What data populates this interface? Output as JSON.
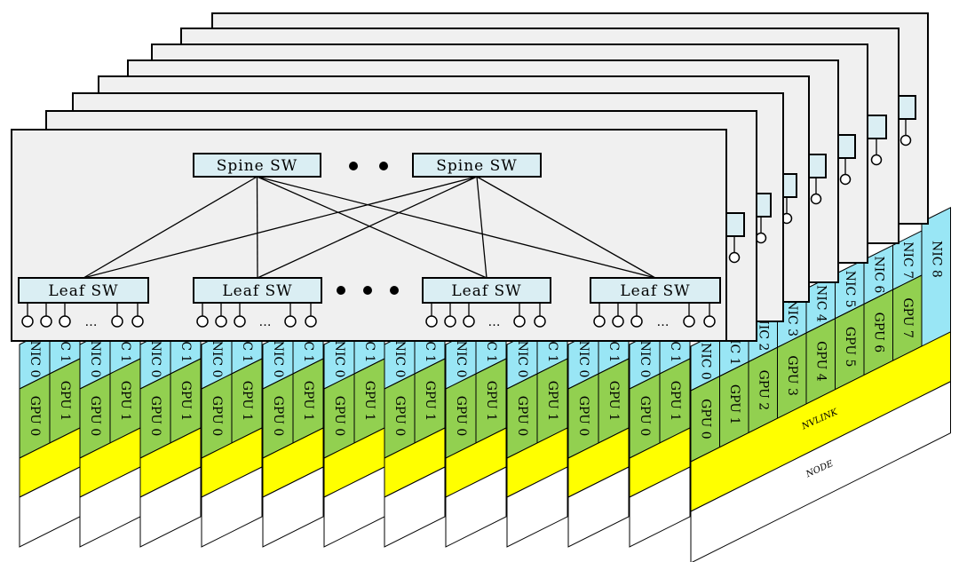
{
  "diagram": {
    "spine_switches": [
      "Spine SW",
      "Spine SW"
    ],
    "leaf_switches": [
      "Leaf SW",
      "Leaf SW",
      "Leaf SW",
      "Leaf SW"
    ],
    "port_ellipsis": "…",
    "front_node": {
      "nics": [
        "NIC 0",
        "NIC 1",
        "NIC 2",
        "NIC 3",
        "NIC 4",
        "NIC 5",
        "NIC 6",
        "NIC 7",
        "NIC 8"
      ],
      "gpus": [
        "GPU 0",
        "GPU 1",
        "GPU 2",
        "GPU 3",
        "GPU 4",
        "GPU 5",
        "GPU 6",
        "GPU 7"
      ],
      "nvlink_label": "NVLINK",
      "node_label": "NODE"
    },
    "stacked_node_nics": [
      "NIC 0",
      "NIC 1"
    ],
    "stacked_node_gpus": [
      "GPU 0",
      "GPU 1"
    ],
    "colors": {
      "switch_fill": "#daeef3",
      "plane_fill": "#f0f0f0",
      "nic": "#99e6f5",
      "gpu": "#92d050",
      "nvlink": "#ffff00",
      "node": "#ffffff"
    }
  }
}
